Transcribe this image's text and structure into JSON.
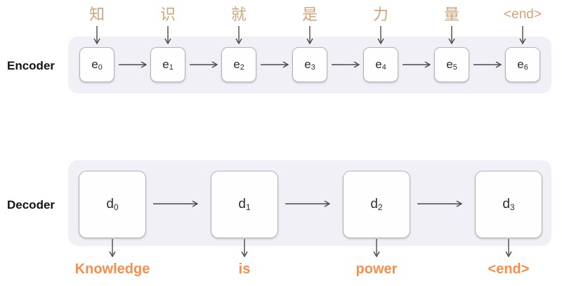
{
  "colors": {
    "background": "#ffffff",
    "panel": "#f1f0f6",
    "box_fill": "#fefefe",
    "box_border": "#b4b3bb",
    "arrow": "#4a4a4a",
    "input_text_tan": "#d2a47c",
    "output_text_orange": "#f78e4c",
    "label_text": "#141414"
  },
  "encoder": {
    "label": "Encoder",
    "units": [
      {
        "input": "知",
        "base": "e",
        "sub": "0"
      },
      {
        "input": "识",
        "base": "e",
        "sub": "1"
      },
      {
        "input": "就",
        "base": "e",
        "sub": "2"
      },
      {
        "input": "是",
        "base": "e",
        "sub": "3"
      },
      {
        "input": "力",
        "base": "e",
        "sub": "4"
      },
      {
        "input": "量",
        "base": "e",
        "sub": "5"
      },
      {
        "input": "<end>",
        "base": "e",
        "sub": "6"
      }
    ]
  },
  "decoder": {
    "label": "Decoder",
    "units": [
      {
        "base": "d",
        "sub": "0",
        "output": "Knowledge"
      },
      {
        "base": "d",
        "sub": "1",
        "output": "is"
      },
      {
        "base": "d",
        "sub": "2",
        "output": "power"
      },
      {
        "base": "d",
        "sub": "3",
        "output": "<end>"
      }
    ]
  }
}
